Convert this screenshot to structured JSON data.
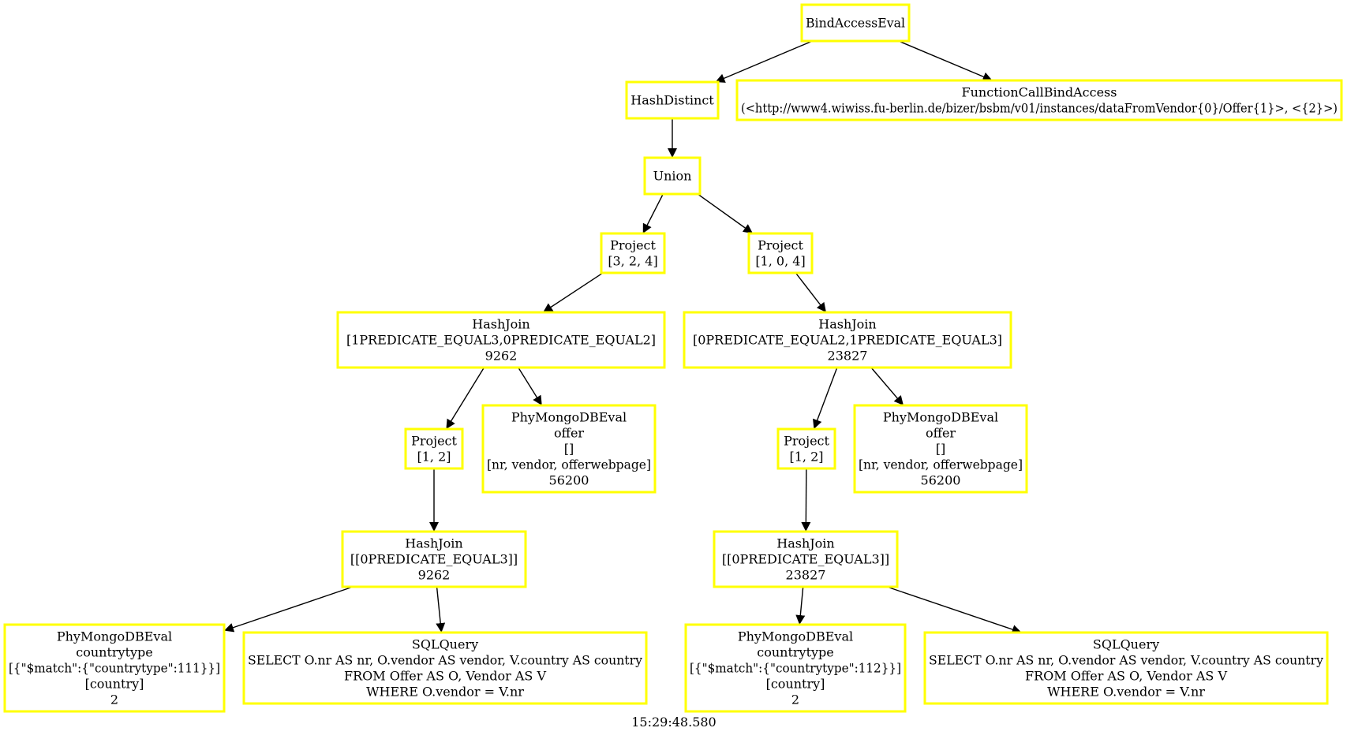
{
  "nodes": [
    {
      "id": "bindaccesseval",
      "lines": [
        "BindAccessEval"
      ]
    },
    {
      "id": "hashdistinct",
      "lines": [
        "HashDistinct"
      ]
    },
    {
      "id": "functioncallbindaccess",
      "lines": [
        "FunctionCallBindAccess",
        "(<http://www4.wiwiss.fu-berlin.de/bizer/bsbm/v01/instances/dataFromVendor{0}/Offer{1}>, <{2}>)"
      ]
    },
    {
      "id": "union",
      "lines": [
        "Union"
      ]
    },
    {
      "id": "project-left-top",
      "lines": [
        "Project",
        "[3, 2, 4]"
      ]
    },
    {
      "id": "project-right-top",
      "lines": [
        "Project",
        "[1, 0, 4]"
      ]
    },
    {
      "id": "hashjoin-left-top",
      "lines": [
        "HashJoin",
        "[1PREDICATE_EQUAL3,0PREDICATE_EQUAL2]",
        "9262"
      ]
    },
    {
      "id": "hashjoin-right-top",
      "lines": [
        "HashJoin",
        "[0PREDICATE_EQUAL2,1PREDICATE_EQUAL3]",
        "23827"
      ]
    },
    {
      "id": "project-left-mid",
      "lines": [
        "Project",
        "[1, 2]"
      ]
    },
    {
      "id": "phymongo-offer-left",
      "lines": [
        "PhyMongoDBEval",
        "offer",
        "[]",
        "[nr, vendor, offerwebpage]",
        "56200"
      ]
    },
    {
      "id": "project-right-mid",
      "lines": [
        "Project",
        "[1, 2]"
      ]
    },
    {
      "id": "phymongo-offer-right",
      "lines": [
        "PhyMongoDBEval",
        "offer",
        "[]",
        "[nr, vendor, offerwebpage]",
        "56200"
      ]
    },
    {
      "id": "hashjoin-left-bottom",
      "lines": [
        "HashJoin",
        "[[0PREDICATE_EQUAL3]]",
        "9262"
      ]
    },
    {
      "id": "hashjoin-right-bottom",
      "lines": [
        "HashJoin",
        "[[0PREDICATE_EQUAL3]]",
        "23827"
      ]
    },
    {
      "id": "phymongo-country-left",
      "lines": [
        "PhyMongoDBEval",
        "countrytype",
        "[{\"$match\":{\"countrytype\":111}}]",
        "[country]",
        "2"
      ]
    },
    {
      "id": "sqlquery-left",
      "lines": [
        "SQLQuery",
        "SELECT O.nr AS nr, O.vendor AS vendor, V.country AS country",
        "FROM Offer AS O, Vendor AS V",
        "WHERE O.vendor = V.nr"
      ]
    },
    {
      "id": "phymongo-country-right",
      "lines": [
        "PhyMongoDBEval",
        "countrytype",
        "[{\"$match\":{\"countrytype\":112}}]",
        "[country]",
        "2"
      ]
    },
    {
      "id": "sqlquery-right",
      "lines": [
        "SQLQuery",
        "SELECT O.nr AS nr, O.vendor AS vendor, V.country AS country",
        "FROM Offer AS O, Vendor AS V",
        "WHERE O.vendor = V.nr"
      ]
    }
  ],
  "edges": [
    {
      "from": "bindaccesseval",
      "to": "hashdistinct"
    },
    {
      "from": "bindaccesseval",
      "to": "functioncallbindaccess"
    },
    {
      "from": "hashdistinct",
      "to": "union"
    },
    {
      "from": "union",
      "to": "project-left-top"
    },
    {
      "from": "union",
      "to": "project-right-top"
    },
    {
      "from": "project-left-top",
      "to": "hashjoin-left-top"
    },
    {
      "from": "project-right-top",
      "to": "hashjoin-right-top"
    },
    {
      "from": "hashjoin-left-top",
      "to": "project-left-mid"
    },
    {
      "from": "hashjoin-left-top",
      "to": "phymongo-offer-left"
    },
    {
      "from": "hashjoin-right-top",
      "to": "project-right-mid"
    },
    {
      "from": "hashjoin-right-top",
      "to": "phymongo-offer-right"
    },
    {
      "from": "project-left-mid",
      "to": "hashjoin-left-bottom"
    },
    {
      "from": "project-right-mid",
      "to": "hashjoin-right-bottom"
    },
    {
      "from": "hashjoin-left-bottom",
      "to": "phymongo-country-left"
    },
    {
      "from": "hashjoin-left-bottom",
      "to": "sqlquery-left"
    },
    {
      "from": "hashjoin-right-bottom",
      "to": "phymongo-country-right"
    },
    {
      "from": "hashjoin-right-bottom",
      "to": "sqlquery-right"
    }
  ],
  "footer": {
    "timestamp": "15:29:48.580"
  },
  "colors": {
    "node_border": "#ffff00",
    "edge": "#000000",
    "text": "#000000",
    "background": "#ffffff"
  }
}
